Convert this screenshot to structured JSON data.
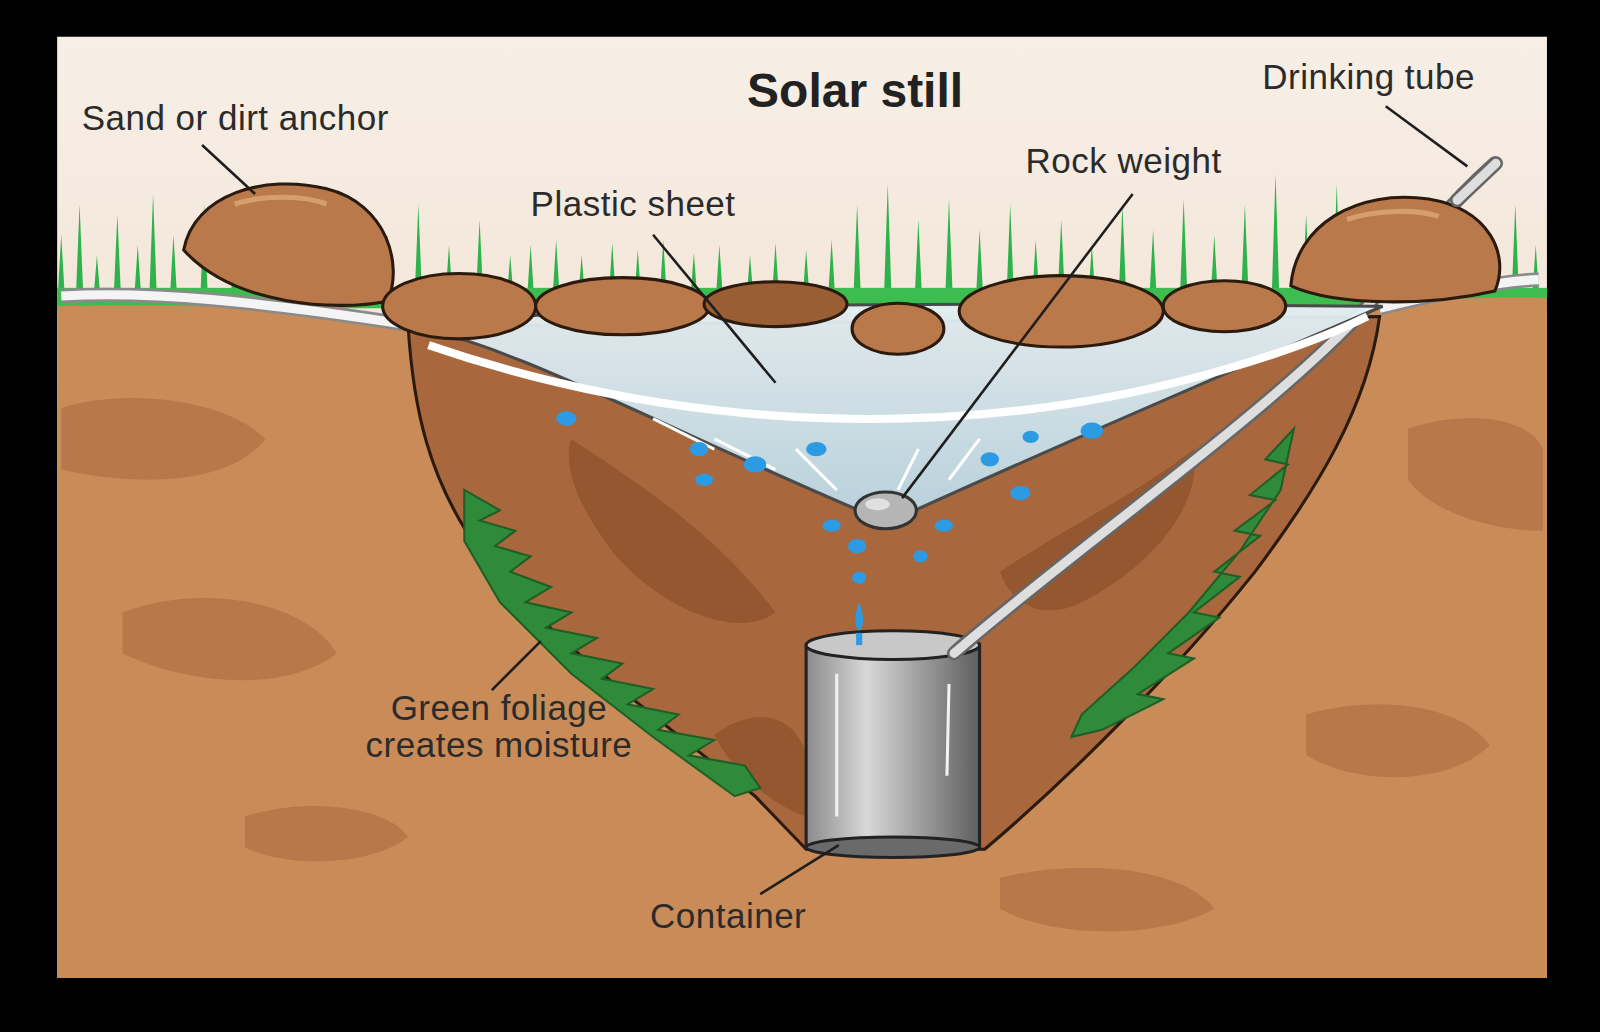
{
  "diagram": {
    "title": "Solar still",
    "labels": [
      "Sand or dirt anchor",
      "Drinking tube",
      "Rock weight",
      "Plastic sheet",
      "Green foliage creates moisture",
      "Container"
    ]
  }
}
